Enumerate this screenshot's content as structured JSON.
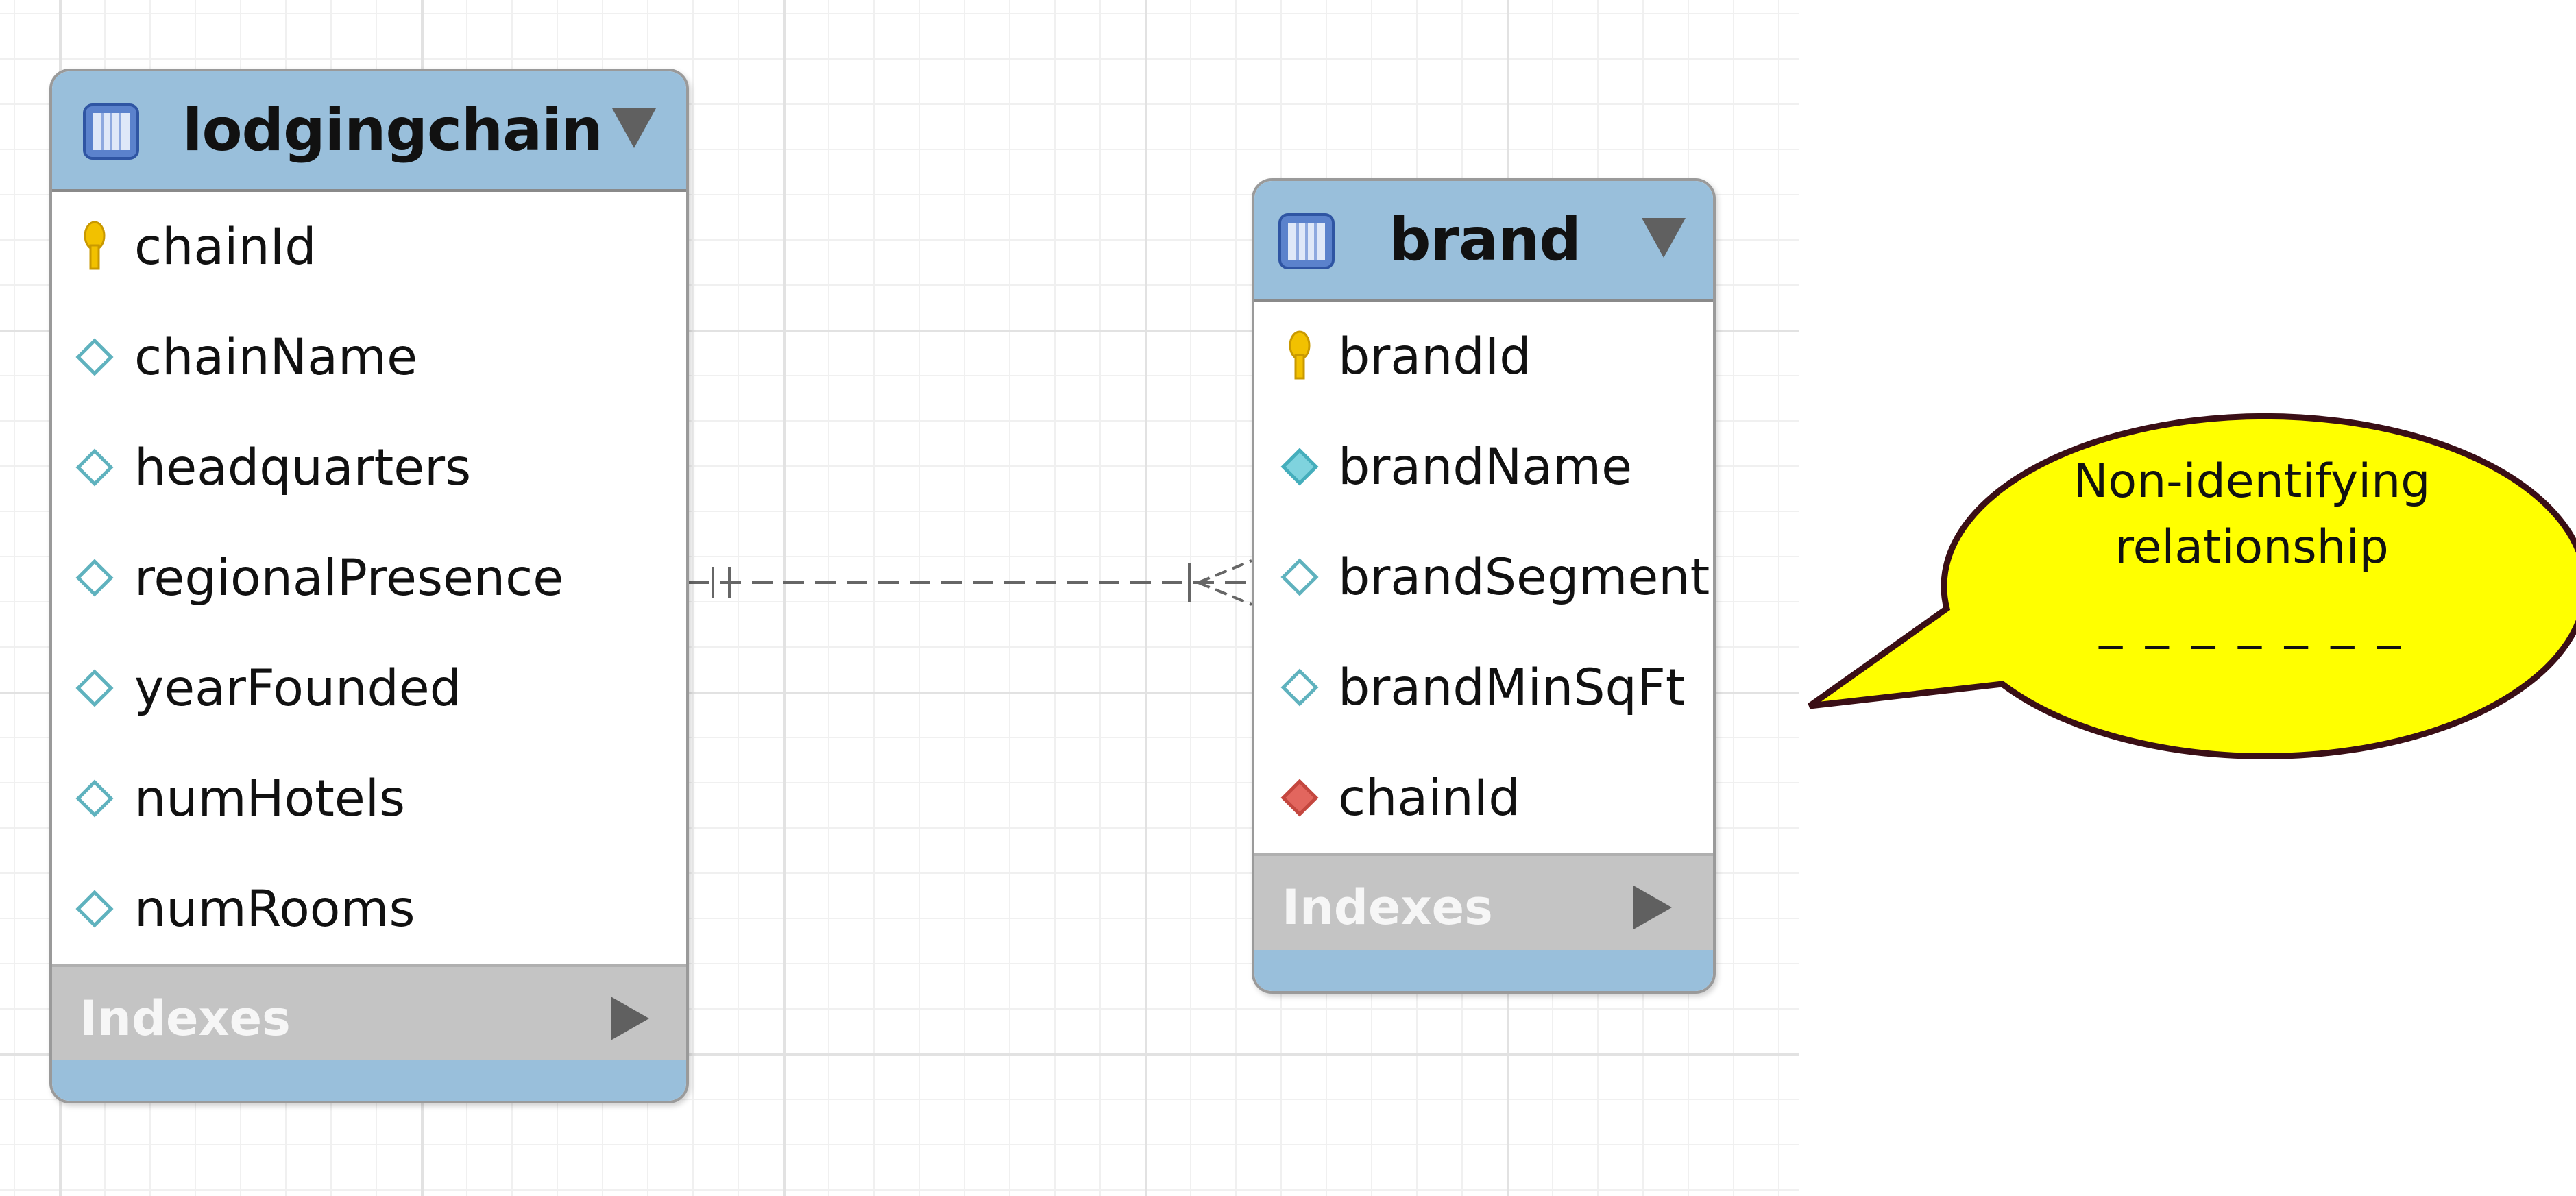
{
  "diagram": {
    "entities": [
      {
        "title": "lodgingchain",
        "attributes": [
          {
            "name": "chainId",
            "icon": "primary-key-icon"
          },
          {
            "name": "chainName",
            "icon": "column-icon"
          },
          {
            "name": "headquarters",
            "icon": "column-icon"
          },
          {
            "name": "regionalPresence",
            "icon": "column-icon"
          },
          {
            "name": "yearFounded",
            "icon": "column-icon"
          },
          {
            "name": "numHotels",
            "icon": "column-icon"
          },
          {
            "name": "numRooms",
            "icon": "column-icon"
          }
        ],
        "indexes_label": "Indexes"
      },
      {
        "title": "brand",
        "attributes": [
          {
            "name": "brandId",
            "icon": "primary-key-icon"
          },
          {
            "name": "brandName",
            "icon": "not-null-column-icon"
          },
          {
            "name": "brandSegment",
            "icon": "column-icon"
          },
          {
            "name": "brandMinSqFt",
            "icon": "column-icon"
          },
          {
            "name": "chainId",
            "icon": "foreign-key-icon"
          }
        ],
        "indexes_label": "Indexes"
      }
    ],
    "relationship": {
      "from_entity": "lodgingchain",
      "from_cardinality": "exactly one",
      "to_entity": "brand",
      "to_cardinality": "one or many",
      "line_style": "dashed"
    },
    "callout": {
      "line1": "Non-identifying",
      "line2": "relationship",
      "dash_sample": "_ _ _ _ _ _ _"
    }
  },
  "colors": {
    "header": "#99bfdb",
    "indexes": "#c4c4c4",
    "callout_fill": "#ffff00",
    "callout_border": "#3a0f16",
    "relationship_line": "#666666"
  }
}
